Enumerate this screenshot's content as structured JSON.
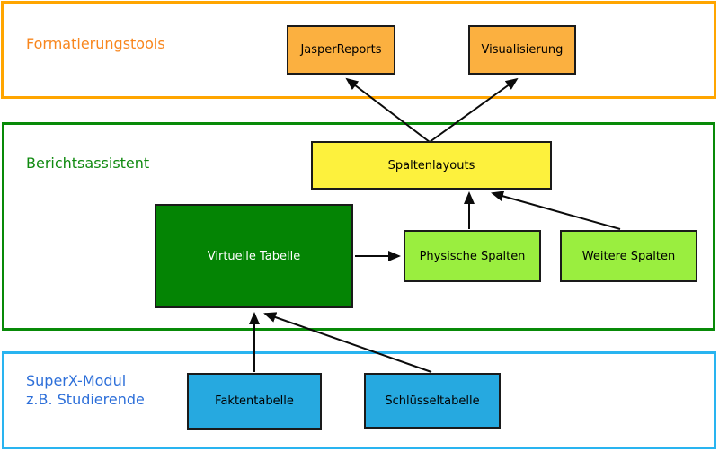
{
  "sections": {
    "formatierungstools": {
      "label": "Formatierungstools",
      "border_color": "#FFA500",
      "label_color": "#F8861D"
    },
    "berichtsassistent": {
      "label": "Berichtsassistent",
      "border_color": "#088A08",
      "label_color": "#108A10"
    },
    "superx": {
      "label_line1": "SuperX-Modul",
      "label_line2": "z.B. Studierende",
      "border_color": "#29B4F0",
      "label_color": "#2D6FD9"
    }
  },
  "nodes": {
    "jasperreports": {
      "label": "JasperReports",
      "fill": "#FBB040",
      "text_color": "#000000"
    },
    "visualisierung": {
      "label": "Visualisierung",
      "fill": "#FBB040",
      "text_color": "#000000"
    },
    "spaltenlayouts": {
      "label": "Spaltenlayouts",
      "fill": "#FDF13D",
      "text_color": "#000000"
    },
    "virtuelle_tabelle": {
      "label": "Virtuelle Tabelle",
      "fill": "#048404",
      "text_color": "#FFFFFF"
    },
    "physische_spalten": {
      "label": "Physische Spalten",
      "fill": "#9AEE3F",
      "text_color": "#000000"
    },
    "weitere_spalten": {
      "label": "Weitere Spalten",
      "fill": "#9AEE3F",
      "text_color": "#000000"
    },
    "faktentabelle": {
      "label": "Faktentabelle",
      "fill": "#26A9E0",
      "text_color": "#000000"
    },
    "schluesseltabelle": {
      "label": "Schlüsseltabelle",
      "fill": "#26A9E0",
      "text_color": "#000000"
    }
  },
  "edges": [
    {
      "from": "spaltenlayouts",
      "to": "jasperreports"
    },
    {
      "from": "spaltenlayouts",
      "to": "visualisierung"
    },
    {
      "from": "physische_spalten",
      "to": "spaltenlayouts"
    },
    {
      "from": "weitere_spalten",
      "to": "spaltenlayouts"
    },
    {
      "from": "virtuelle_tabelle",
      "to": "physische_spalten"
    },
    {
      "from": "faktentabelle",
      "to": "virtuelle_tabelle"
    },
    {
      "from": "schluesseltabelle",
      "to": "virtuelle_tabelle"
    }
  ],
  "arrow_color": "#000000"
}
